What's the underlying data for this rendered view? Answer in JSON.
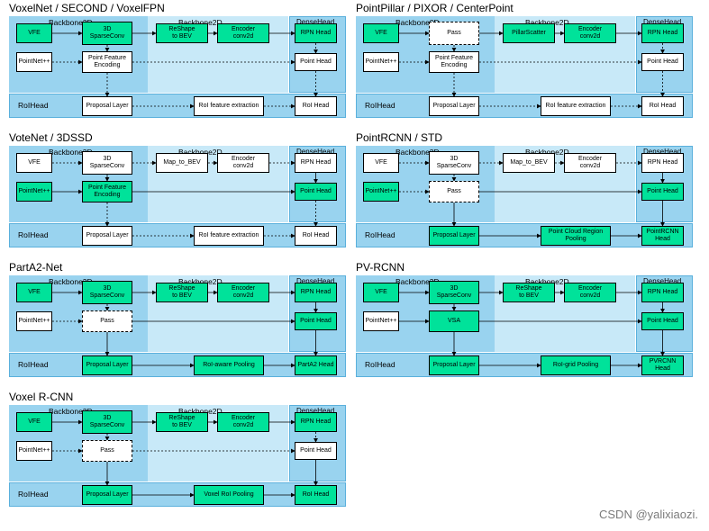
{
  "panels": [
    {
      "id": "voxelnet",
      "title": "VoxelNet / SECOND / VoxelFPN",
      "regions": {
        "b3d": "Backbone3D",
        "b2d": "Backbone2D",
        "dense": "DenseHead",
        "roi": "RoIHead"
      },
      "boxes": {
        "vfe": {
          "text": "VFE",
          "green": true
        },
        "sparse": {
          "text": "3D\nSparseConv",
          "green": true
        },
        "reshape": {
          "text": "ReShape\nto BEV",
          "green": true
        },
        "encoder": {
          "text": "Encoder\nconv2d",
          "green": true
        },
        "rpn": {
          "text": "RPN Head",
          "green": true
        },
        "pointnet": {
          "text": "PointNet++"
        },
        "mid": {
          "text": "Point Feature\nEncoding"
        },
        "pointhead": {
          "text": "Point Head"
        },
        "proposal": {
          "text": "Proposal Layer"
        },
        "roimid": {
          "text": "RoI feature extraction"
        },
        "roihead": {
          "text": "RoI Head"
        }
      }
    },
    {
      "id": "pointpillar",
      "title": "PointPillar / PIXOR  / CenterPoint",
      "regions": {
        "b3d": "Backbone3D",
        "b2d": "Backbone2D",
        "dense": "DenseHead",
        "roi": "RoIHead"
      },
      "boxes": {
        "vfe": {
          "text": "VFE",
          "green": true
        },
        "sparse": {
          "text": "Pass",
          "dashed": true
        },
        "reshape": {
          "text": "PillarScatter",
          "green": true
        },
        "encoder": {
          "text": "Encoder\nconv2d",
          "green": true
        },
        "rpn": {
          "text": "RPN Head",
          "green": true
        },
        "pointnet": {
          "text": "PointNet++"
        },
        "mid": {
          "text": "Point Feature\nEncoding"
        },
        "pointhead": {
          "text": "Point Head"
        },
        "proposal": {
          "text": "Proposal Layer"
        },
        "roimid": {
          "text": "RoI feature extraction"
        },
        "roihead": {
          "text": "RoI Head"
        }
      }
    },
    {
      "id": "votenet",
      "title": "VoteNet / 3DSSD",
      "regions": {
        "b3d": "Backbone3D",
        "b2d": "Backbone2D",
        "dense": "DenseHead",
        "roi": "RoIHead"
      },
      "boxes": {
        "vfe": {
          "text": "VFE"
        },
        "sparse": {
          "text": "3D\nSparseConv"
        },
        "reshape": {
          "text": "Map_to_BEV"
        },
        "encoder": {
          "text": "Encoder\nconv2d"
        },
        "rpn": {
          "text": "RPN Head"
        },
        "pointnet": {
          "text": "PointNet++",
          "green": true
        },
        "mid": {
          "text": "Point Feature\nEncoding",
          "green": true
        },
        "pointhead": {
          "text": "Point Head",
          "green": true
        },
        "proposal": {
          "text": "Proposal Layer"
        },
        "roimid": {
          "text": "RoI feature extraction"
        },
        "roihead": {
          "text": "RoI Head"
        }
      }
    },
    {
      "id": "pointrcnn",
      "title": "PointRCNN / STD",
      "regions": {
        "b3d": "Backbone3D",
        "b2d": "Backbone2D",
        "dense": "DenseHead",
        "roi": "RoIHead"
      },
      "boxes": {
        "vfe": {
          "text": "VFE"
        },
        "sparse": {
          "text": "3D\nSparseConv"
        },
        "reshape": {
          "text": "Map_to_BEV"
        },
        "encoder": {
          "text": "Encoder\nconv2d"
        },
        "rpn": {
          "text": "RPN Head"
        },
        "pointnet": {
          "text": "PointNet++",
          "green": true
        },
        "mid": {
          "text": "Pass",
          "dashed": true
        },
        "pointhead": {
          "text": "Point Head",
          "green": true
        },
        "proposal": {
          "text": "Proposal Layer",
          "green": true
        },
        "roimid": {
          "text": "Point Cloud Region\nPooling",
          "green": true
        },
        "roihead": {
          "text": "PointRCNN\nHead",
          "green": true
        }
      }
    },
    {
      "id": "parta2",
      "title": "PartA2-Net",
      "regions": {
        "b3d": "Backbone3D",
        "b2d": "Backbone2D",
        "dense": "DenseHead",
        "roi": "RoIHead"
      },
      "boxes": {
        "vfe": {
          "text": "VFE",
          "green": true
        },
        "sparse": {
          "text": "3D\nSparseConv",
          "green": true
        },
        "reshape": {
          "text": "ReShape\nto BEV",
          "green": true
        },
        "encoder": {
          "text": "Encoder\nconv2d",
          "green": true
        },
        "rpn": {
          "text": "RPN Head",
          "green": true
        },
        "pointnet": {
          "text": "PointNet++"
        },
        "mid": {
          "text": "Pass",
          "dashed": true
        },
        "pointhead": {
          "text": "Point Head",
          "green": true
        },
        "proposal": {
          "text": "Proposal Layer",
          "green": true
        },
        "roimid": {
          "text": "RoI-aware Pooling",
          "green": true
        },
        "roihead": {
          "text": "PartA2 Head",
          "green": true
        }
      }
    },
    {
      "id": "pvrcnn",
      "title": "PV-RCNN",
      "regions": {
        "b3d": "Backbone3D",
        "b2d": "Backbone2D",
        "dense": "DenseHead",
        "roi": "RoIHead"
      },
      "boxes": {
        "vfe": {
          "text": "VFE",
          "green": true
        },
        "sparse": {
          "text": "3D\nSparseConv",
          "green": true
        },
        "reshape": {
          "text": "ReShape\nto BEV",
          "green": true
        },
        "encoder": {
          "text": "Encoder\nconv2d",
          "green": true
        },
        "rpn": {
          "text": "RPN Head",
          "green": true
        },
        "pointnet": {
          "text": "PointNet++"
        },
        "mid": {
          "text": "VSA",
          "green": true
        },
        "pointhead": {
          "text": "Point Head",
          "green": true
        },
        "proposal": {
          "text": "Proposal Layer",
          "green": true
        },
        "roimid": {
          "text": "RoI-grid Pooling",
          "green": true
        },
        "roihead": {
          "text": "PVRCNN\nHead",
          "green": true
        }
      }
    },
    {
      "id": "voxelrcnn",
      "title": "Voxel R-CNN",
      "regions": {
        "b3d": "Backbone3D",
        "b2d": "Backbone2D",
        "dense": "DenseHead",
        "roi": "RoIHead"
      },
      "boxes": {
        "vfe": {
          "text": "VFE",
          "green": true
        },
        "sparse": {
          "text": "3D\nSparseConv",
          "green": true
        },
        "reshape": {
          "text": "ReShape\nto BEV",
          "green": true
        },
        "encoder": {
          "text": "Encoder\nconv2d",
          "green": true
        },
        "rpn": {
          "text": "RPN Head",
          "green": true
        },
        "pointnet": {
          "text": "PointNet++"
        },
        "mid": {
          "text": "Pass",
          "dashed": true
        },
        "pointhead": {
          "text": "Point Head"
        },
        "proposal": {
          "text": "Proposal Layer",
          "green": true
        },
        "roimid": {
          "text": "Voxel RoI Pooling",
          "green": true
        },
        "roihead": {
          "text": "RoI Head",
          "green": true
        }
      }
    }
  ],
  "watermark": "CSDN @yalixiaozi."
}
